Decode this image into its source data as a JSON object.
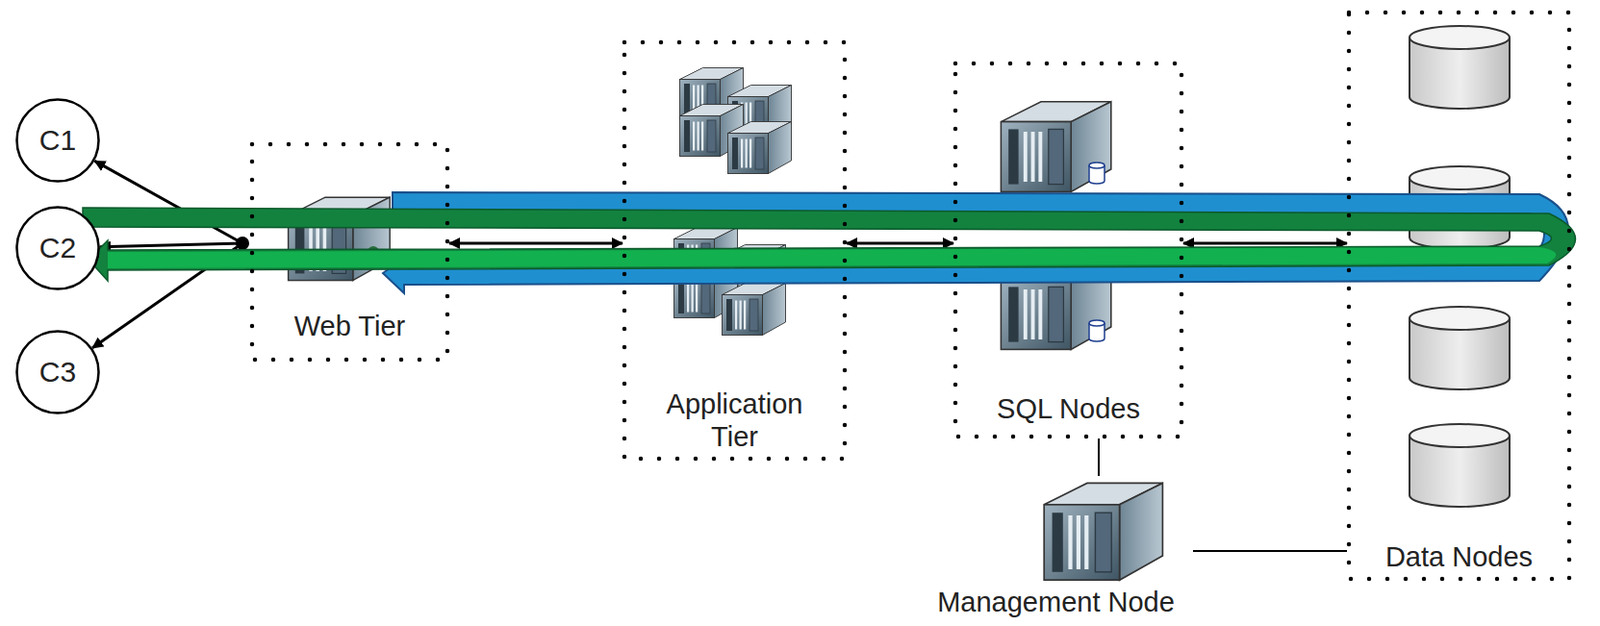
{
  "diagram": {
    "nodes": [
      {
        "text": [
          "C1"
        ]
      },
      {
        "text": [
          "C2"
        ]
      },
      {
        "text": [
          "C3"
        ]
      },
      {
        "text": [
          "Web Tier"
        ]
      },
      {
        "text": [
          "Application Tier"
        ]
      },
      {
        "text": [
          "SQL Nodes"
        ]
      },
      {
        "text": [
          "Data Nodes"
        ]
      },
      {
        "text": [
          "Management Node"
        ]
      }
    ],
    "edges": [
      {
        "from": 3,
        "to": 0,
        "arrow": "to"
      },
      {
        "from": 3,
        "to": 1,
        "arrow": "to"
      },
      {
        "from": 3,
        "to": 2,
        "arrow": "to"
      },
      {
        "from": 3,
        "to": 4,
        "arrow": "both"
      },
      {
        "from": 4,
        "to": 5,
        "arrow": "both"
      },
      {
        "from": 5,
        "to": 6,
        "arrow": "both"
      },
      {
        "from": 7,
        "to": 5,
        "arrow": "none"
      },
      {
        "from": 7,
        "to": 6,
        "arrow": "none"
      }
    ]
  }
}
